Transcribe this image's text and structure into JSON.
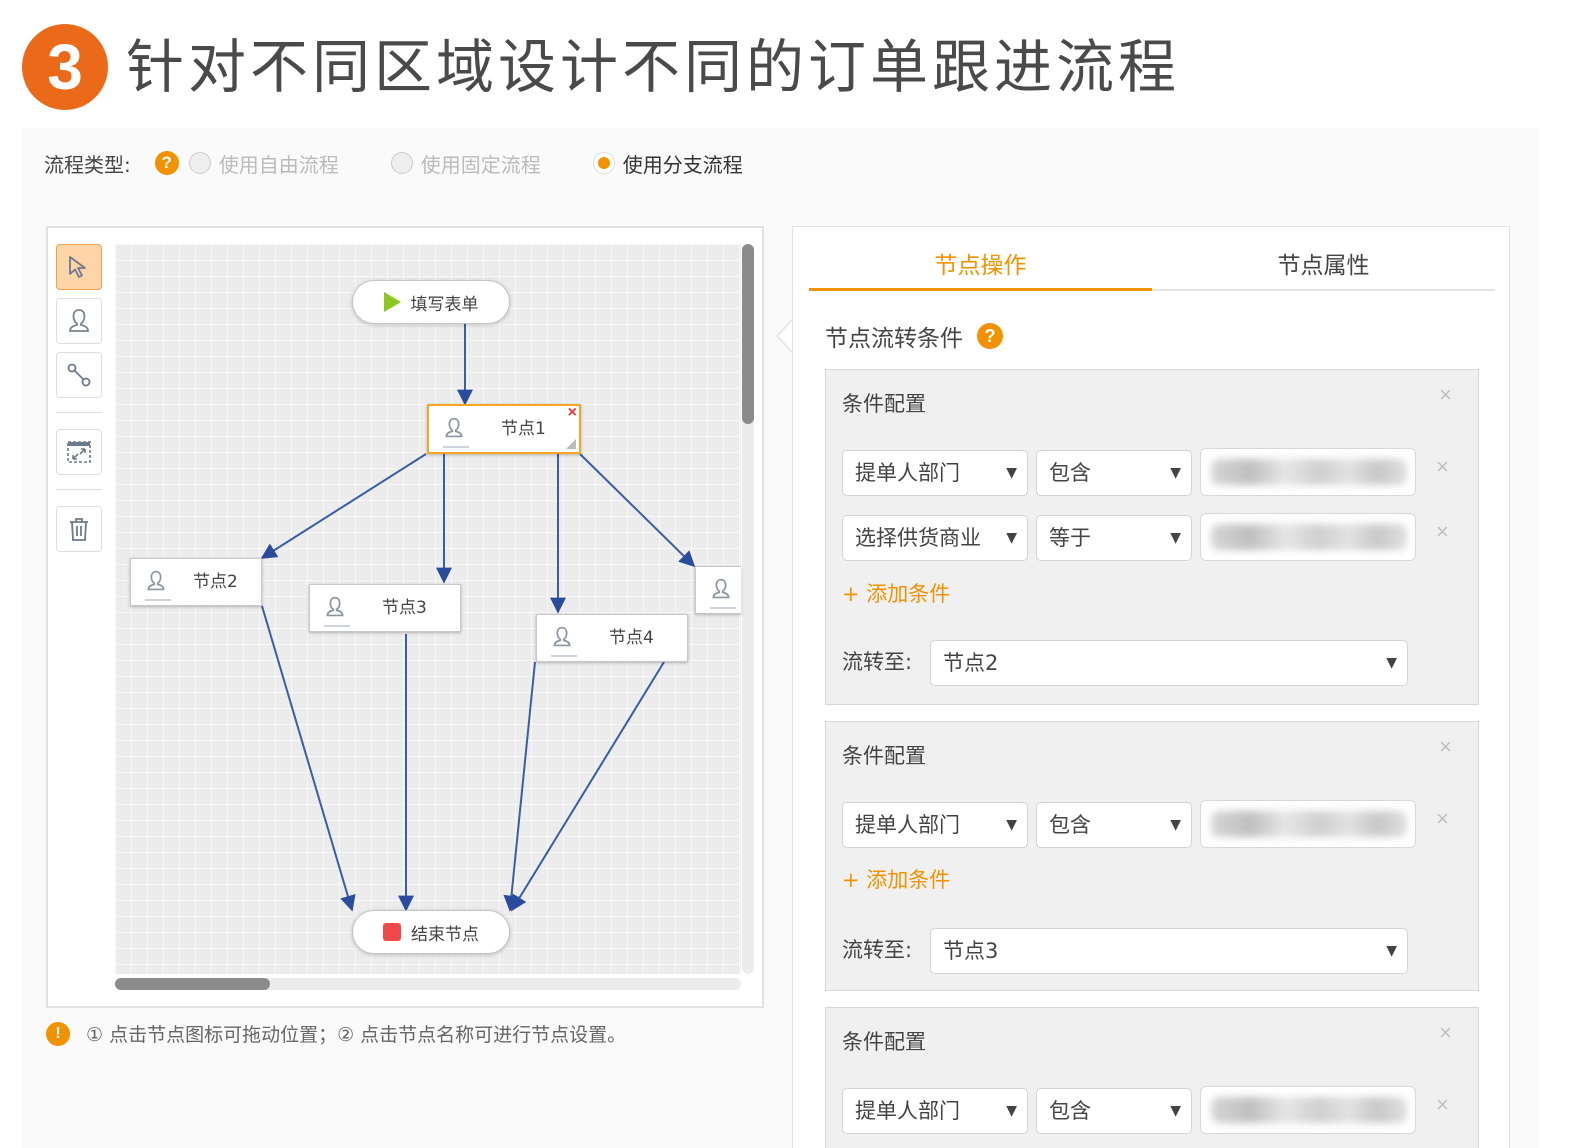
{
  "heading": {
    "step": "3",
    "title": "针对不同区域设计不同的订单跟进流程"
  },
  "flow_type": {
    "label": "流程类型:",
    "help_icon": "question-circle-icon",
    "options": [
      {
        "label": "使用自由流程",
        "checked": false,
        "disabled": true
      },
      {
        "label": "使用固定流程",
        "checked": false,
        "disabled": true
      },
      {
        "label": "使用分支流程",
        "checked": true,
        "disabled": false
      }
    ]
  },
  "toolbar": {
    "tools": [
      {
        "name": "select-pointer",
        "icon": "cursor-arrow-icon",
        "active": true
      },
      {
        "name": "add-node",
        "icon": "user-icon",
        "active": false
      },
      {
        "name": "add-connection",
        "icon": "connector-icon",
        "active": false
      },
      {
        "name": "fit-screen",
        "icon": "expand-icon",
        "active": false
      },
      {
        "name": "delete",
        "icon": "trash-icon",
        "active": false
      }
    ]
  },
  "canvas": {
    "start_node": {
      "label": "填写表单",
      "icon": "play-icon"
    },
    "end_node": {
      "label": "结束节点",
      "icon": "stop-icon"
    },
    "nodes": [
      {
        "id": "n1",
        "label": "节点1",
        "selected": true
      },
      {
        "id": "n2",
        "label": "节点2",
        "selected": false
      },
      {
        "id": "n3",
        "label": "节点3",
        "selected": false
      },
      {
        "id": "n4",
        "label": "节点4",
        "selected": false
      },
      {
        "id": "n5",
        "label": "",
        "selected": false
      }
    ],
    "edge_color": "#2b4c9c"
  },
  "tip": {
    "icon": "exclamation-circle-icon",
    "text": "① 点击节点图标可拖动位置；② 点击节点名称可进行节点设置。"
  },
  "panel": {
    "tabs": [
      {
        "label": "节点操作",
        "active": true
      },
      {
        "label": "节点属性",
        "active": false
      }
    ],
    "section_title": "节点流转条件",
    "cards": [
      {
        "title": "条件配置",
        "conditions": [
          {
            "field": "提单人部门",
            "operator": "包含",
            "value": ""
          },
          {
            "field": "选择供货商业",
            "operator": "等于",
            "value": ""
          }
        ],
        "add_label": "+ 添加条件",
        "goto_label": "流转至:",
        "goto_value": "节点2"
      },
      {
        "title": "条件配置",
        "conditions": [
          {
            "field": "提单人部门",
            "operator": "包含",
            "value": ""
          }
        ],
        "add_label": "+ 添加条件",
        "goto_label": "流转至:",
        "goto_value": "节点3"
      },
      {
        "title": "条件配置",
        "conditions": [
          {
            "field": "提单人部门",
            "operator": "包含",
            "value": ""
          }
        ]
      }
    ]
  },
  "colors": {
    "accent": "#f39200",
    "badge": "#ea6a1a",
    "selected_border": "#f5a623",
    "delete": "#ee3333",
    "start_play": "#8cc81e",
    "end_stop": "#f0494a"
  },
  "symbols": {
    "caret": "▼",
    "close": "×",
    "question": "?",
    "exclaim": "!"
  }
}
